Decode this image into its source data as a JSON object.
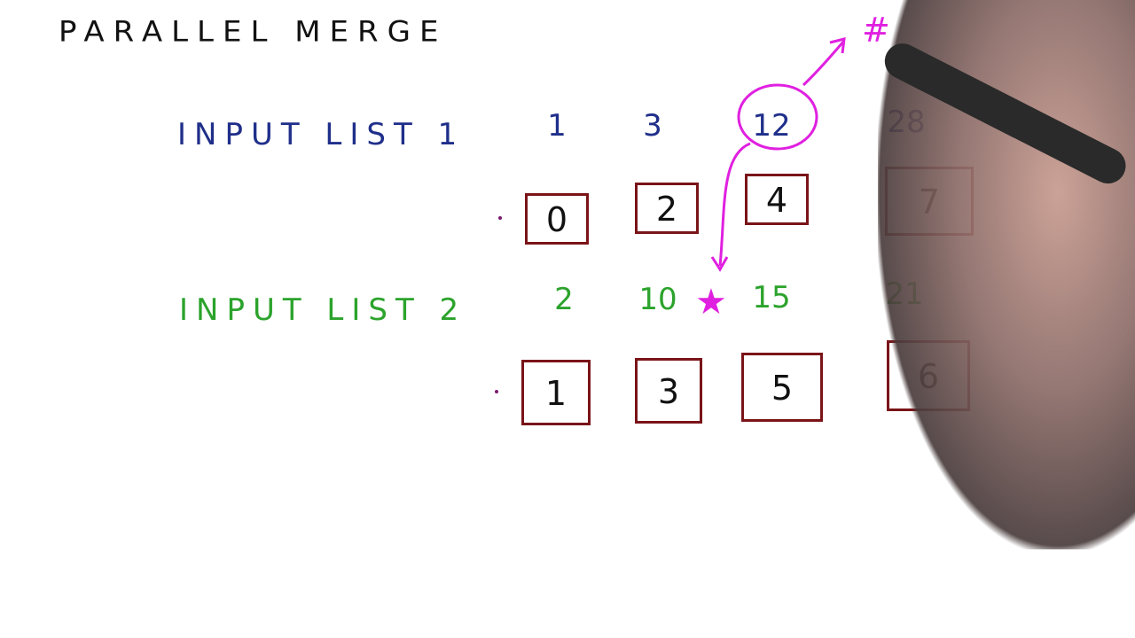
{
  "title": "PARALLEL MERGE",
  "colors": {
    "title": "#111111",
    "list1": "#1f2f8a",
    "list2": "#2ca32c",
    "box": "#7a1418",
    "highlight": "#e020e0"
  },
  "list1": {
    "label": "INPUT LIST 1",
    "values": [
      "1",
      "3",
      "12",
      "28"
    ],
    "indices": [
      "0",
      "2",
      "4",
      "7"
    ]
  },
  "list2": {
    "label": "INPUT LIST 2",
    "values": [
      "2",
      "10",
      "15",
      "21"
    ],
    "indices": [
      "1",
      "3",
      "5",
      "6"
    ]
  },
  "annotations": {
    "star": "★",
    "hash": "#"
  }
}
